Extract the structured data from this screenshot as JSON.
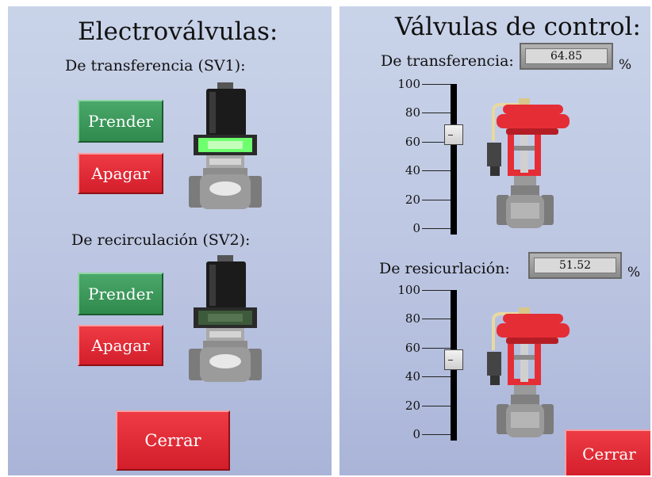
{
  "left": {
    "title": "Electroválvulas:",
    "sv1": {
      "label": "De transferencia (SV1):",
      "on_label": "Prender",
      "off_label": "Apagar",
      "state": "on"
    },
    "sv2": {
      "label": "De recirculación (SV2):",
      "on_label": "Prender",
      "off_label": "Apagar",
      "state": "off"
    },
    "close_label": "Cerrar"
  },
  "right": {
    "title": "Válvulas de control:",
    "transfer": {
      "label": "De transferencia:",
      "value": "64.85",
      "unit": "%",
      "scale_ticks": [
        "100",
        "80",
        "60",
        "40",
        "20",
        "0"
      ],
      "slider_percent": 64.85
    },
    "recirc": {
      "label": "De resicurlación:",
      "value": "51.52",
      "unit": "%",
      "scale_ticks": [
        "100",
        "80",
        "60",
        "40",
        "20",
        "0"
      ],
      "slider_percent": 51.52
    },
    "close_label": "Cerrar"
  },
  "colors": {
    "green_button": "#2f8a4d",
    "red_button": "#d31e2b",
    "indicator_on": "#6dff6d",
    "indicator_off": "#3d5a3a",
    "valve_red": "#e52d36"
  },
  "icons": {
    "solenoid_valve": "solenoid-valve-icon",
    "control_valve": "control-valve-icon"
  }
}
